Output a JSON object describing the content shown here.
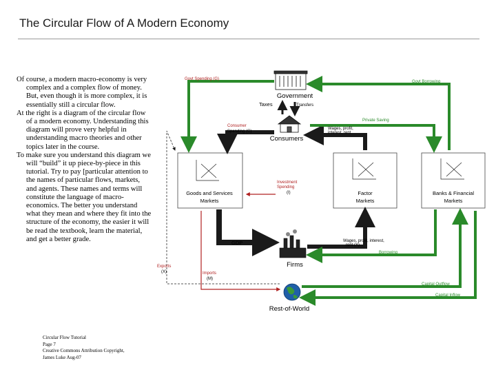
{
  "title": "The Circular Flow of A Modern Economy",
  "body_paragraphs": [
    "Of course, a modern macro-economy is very complex and a complex flow of money.  But, even though it is more complex, it is essentially still a circular flow.",
    "At the right is a diagram of the circular flow of a modern economy.  Understanding this diagram will prove very helpful in understanding macro theories and other topics later in the course.",
    "To make sure you understand this diagram we will “build” it up piece-by-piece in this tutorial.  Try to pay [particular attention to the names of particular flows, markets, and agents.  These names and terms will constitute the language of macro-economics.  The better you understand what they mean and where they fit into the structure of the economy, the easier it will be read the textbook, learn the material, and get a better grade."
  ],
  "footer": {
    "line1": "Circular Flow Tutorial",
    "line2": "Page 7",
    "line3": "Creative Commons Attribution Copyright,",
    "line4": "James Luke Aug-07"
  },
  "diagram": {
    "agents": {
      "government": "Government",
      "consumers": "Consumers",
      "firms": "Firms",
      "rest_of_world": "Rest-of-World"
    },
    "markets": {
      "goods_line1": "Goods and Services",
      "goods_line2": "Markets",
      "factor_line1": "Factor",
      "factor_line2": "Markets",
      "banks_line1": "Banks & Financial",
      "banks_line2": "Markets"
    },
    "flows": {
      "govt_spending": "Govt Spending (G)",
      "govt_borrowing": "Govt Borrowing",
      "taxes": "Taxes",
      "transfers": "Transfers",
      "consumer_spending_line1": "Consumer",
      "consumer_spending_line2": "Spending (C)",
      "private_saving": "Private Saving",
      "factor_income_line1": "Wages, profit,",
      "factor_income_line2": "interest, rent",
      "investment_spending_line1": "Investment",
      "investment_spending_line2": "Spending",
      "investment_spending_line3": "(I)",
      "gdp": "GDP",
      "factor_payments_line1": "Wages, profit, interest,",
      "factor_payments_line2": "rent (Y)",
      "exports_line1": "Exports",
      "exports_line2": "(X)",
      "imports_line1": "Imports",
      "imports_line2": "(M)",
      "borrowing": "Borrowing",
      "capital_outflow": "Capital Outflow",
      "capital_inflow": "Capital Inflow"
    },
    "colors": {
      "green": "#2a8a2a",
      "dark": "#1a1a1a",
      "red": "#b02020"
    }
  }
}
